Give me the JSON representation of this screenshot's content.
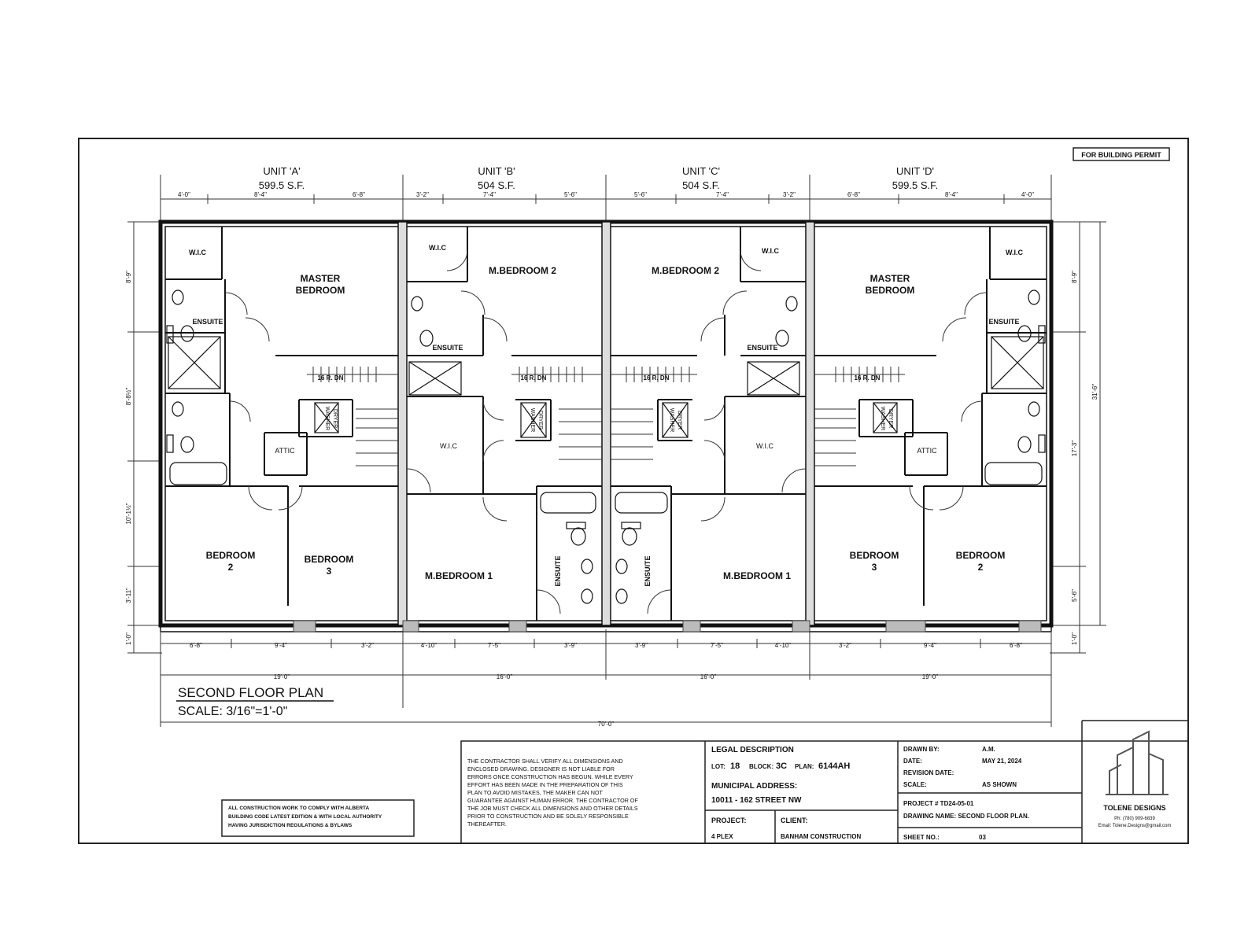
{
  "permit_stamp": "FOR BUILDING PERMIT",
  "units": [
    {
      "name": "UNIT 'A'",
      "area": "599.5 S.F."
    },
    {
      "name": "UNIT 'B'",
      "area": "504 S.F."
    },
    {
      "name": "UNIT 'C'",
      "area": "504 S.F."
    },
    {
      "name": "UNIT 'D'",
      "area": "599.5 S.F."
    }
  ],
  "rooms": {
    "a_master": [
      "MASTER",
      "BEDROOM"
    ],
    "a_bed2": [
      "BEDROOM",
      "2"
    ],
    "a_bed3": [
      "BEDROOM",
      "3"
    ],
    "a_ensuite": "ENSUITE",
    "a_wic": "W.I.C",
    "a_attic": "ATTIC",
    "a_washer": "WASHER",
    "a_dryer": "DRYER",
    "a_stairs": "16 R. DN",
    "b_mbed2": "M.BEDROOM 2",
    "b_mbed1": "M.BEDROOM 1",
    "b_ensuite_top": "ENSUITE",
    "b_ensuite_bottom": "ENSUITE",
    "b_wic_top": "W.I.C",
    "b_wic_mid": "W.I.C",
    "b_washer": "WASHER",
    "b_dryer": "DRYER",
    "b_stairs": "16 R. DN",
    "c_mbed2": "M.BEDROOM 2",
    "c_mbed1": "M.BEDROOM 1",
    "c_ensuite_top": "ENSUITE",
    "c_ensuite_bottom": "ENSUITE",
    "c_wic_top": "W.I.C",
    "c_wic_mid": "W.I.C",
    "c_washer": "WASHER",
    "c_dryer": "DRYER",
    "c_stairs": "16 R. DN",
    "d_master": [
      "MASTER",
      "BEDROOM"
    ],
    "d_bed3": [
      "BEDROOM",
      "3"
    ],
    "d_bed2": [
      "BEDROOM",
      "2"
    ],
    "d_ensuite": "ENSUITE",
    "d_wic": "W.I.C",
    "d_attic": "ATTIC",
    "d_washer": "WASHER",
    "d_dryer": "DRYER",
    "d_stairs": "16 R. DN"
  },
  "top_dimensions": [
    "4'-0\"",
    "8'-4\"",
    "6'-8\"",
    "3'-2\"",
    "7'-4\"",
    "5'-6\"",
    "5'-6\"",
    "7'-4\"",
    "3'-2\"",
    "6'-8\"",
    "8'-4\"",
    "4'-0\""
  ],
  "bottom_dimensions": [
    "6'-8\"",
    "9'-4\"",
    "3'-2\"",
    "4'-10\"",
    "7'-5\"",
    "3'-9\"",
    "3'-9\"",
    "7'-5\"",
    "4'-10\"",
    "3'-2\"",
    "9'-4\"",
    "6'-8\""
  ],
  "unit_width_dimensions": [
    "19'-0\"",
    "16'-0\"",
    "16'-0\"",
    "19'-0\""
  ],
  "overall_width": "70'-0\"",
  "left_dimensions": [
    "8'-9\"",
    "8'-8½\"",
    "10'-1½\"",
    "3'-11\"",
    "1'-0\""
  ],
  "right_dimensions": [
    "8'-9\"",
    "31'-6\"",
    "17'-3\"",
    "5'-6\"",
    "1'-0\""
  ],
  "sheet_title": "SECOND FLOOR PLAN",
  "scale_label": "SCALE: 3/16\"=1'-0\"",
  "code_note": [
    "ALL CONSTRUCTION WORK TO COMPLY WITH ALBERTA",
    "BUILDING CODE LATEST EDITION & WITH LOCAL AUTHORITY",
    "HAVING JURISDICTION REGULATIONS & BYLAWS"
  ],
  "disclaimer": [
    "THE CONTRACTOR SHALL VERIFY ALL DIMENSIONS AND",
    "ENCLOSED DRAWING. DESIGNER IS NOT LIABLE FOR",
    "ERRORS ONCE CONSTRUCTION HAS BEGUN. WHILE EVERY",
    "EFFORT HAS BEEN MADE IN THE PREPARATION OF THIS",
    "PLAN TO AVOID MISTAKES, THE MAKER CAN NOT",
    "GUARANTEE AGAINST HUMAN ERROR. THE CONTRACTOR OF",
    "THE JOB MUST CHECK ALL DIMENSIONS AND OTHER DETAILS",
    "PRIOR TO CONSTRUCTION AND BE SOLELY RESPONSIBLE",
    "THEREAFTER."
  ],
  "legal": {
    "heading": "LEGAL DESCRIPTION",
    "lot_label": "LOT:",
    "lot": "18",
    "block_label": "BLOCK:",
    "block": "3C",
    "plan_label": "PLAN:",
    "plan": "6144AH"
  },
  "address": {
    "label": "MUNICIPAL ADDRESS:",
    "value": "10011 - 162 STREET NW"
  },
  "project": {
    "label": "PROJECT:",
    "value": "4 PLEX"
  },
  "client": {
    "label": "CLIENT:",
    "value": "BANHAM CONSTRUCTION"
  },
  "drawn_by": {
    "label": "DRAWN BY:",
    "value": "A.M."
  },
  "date": {
    "label": "DATE:",
    "value": "MAY 21, 2024"
  },
  "revision_date": {
    "label": "REVISION DATE:",
    "value": ""
  },
  "scale_tb": {
    "label": "SCALE:",
    "value": "AS SHOWN"
  },
  "project_no": "PROJECT # TD24-05-01",
  "drawing_name": "DRAWING NAME: SECOND FLOOR PLAN.",
  "sheet_no": {
    "label": "SHEET NO.:",
    "value": "03"
  },
  "company": {
    "name": "TOLENE DESIGNS",
    "phone": "Ph: (780) 909-6839",
    "email": "Email: Tolene.Designs@gmail.com"
  }
}
